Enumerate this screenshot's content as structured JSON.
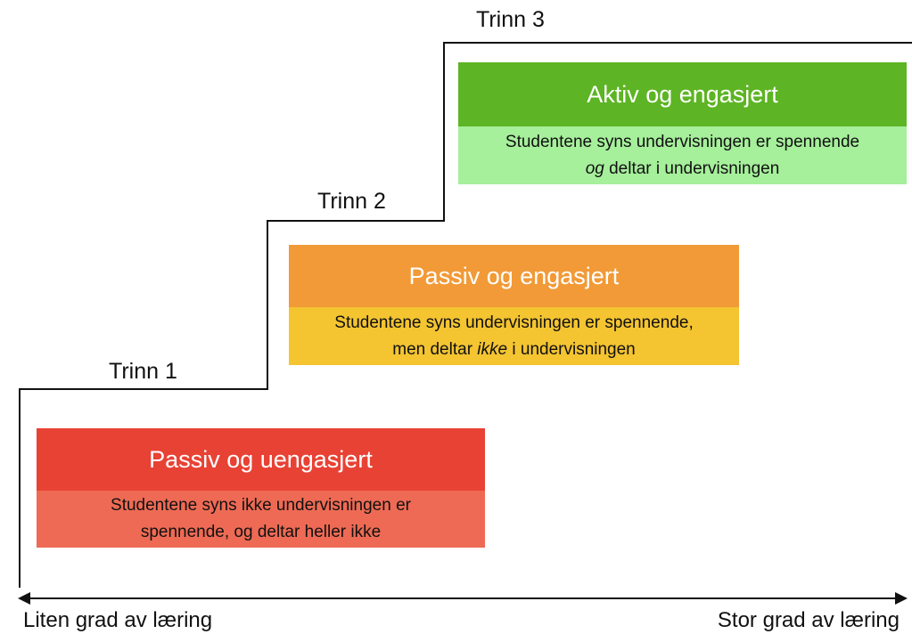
{
  "steps": [
    {
      "label": "Trinn 1",
      "title": "Passiv og uengasjert",
      "desc": [
        {
          "segments": [
            {
              "text": "Studentene syns ikke undervisningen er",
              "italic": false
            }
          ]
        },
        {
          "segments": [
            {
              "text": "spennende, og deltar heller ikke",
              "italic": false
            }
          ]
        }
      ],
      "title_color": "#e84234",
      "desc_color": "#ee6a54"
    },
    {
      "label": "Trinn 2",
      "title": "Passiv og engasjert",
      "desc": [
        {
          "segments": [
            {
              "text": "Studentene syns undervisningen er spennende,",
              "italic": false
            }
          ]
        },
        {
          "segments": [
            {
              "text": "men deltar ",
              "italic": false
            },
            {
              "text": "ikke",
              "italic": true
            },
            {
              "text": " i undervisningen",
              "italic": false
            }
          ]
        }
      ],
      "title_color": "#f19a37",
      "desc_color": "#f4c431"
    },
    {
      "label": "Trinn 3",
      "title": "Aktiv og engasjert",
      "desc": [
        {
          "segments": [
            {
              "text": "Studentene syns undervisningen er spennende",
              "italic": false
            }
          ]
        },
        {
          "segments": [
            {
              "text": "og",
              "italic": true
            },
            {
              "text": " deltar i undervisningen",
              "italic": false
            }
          ]
        }
      ],
      "title_color": "#5db424",
      "desc_color": "#a6ef9b"
    }
  ],
  "axis": {
    "left_label": "Liten grad av læring",
    "right_label": "Stor grad av læring"
  }
}
